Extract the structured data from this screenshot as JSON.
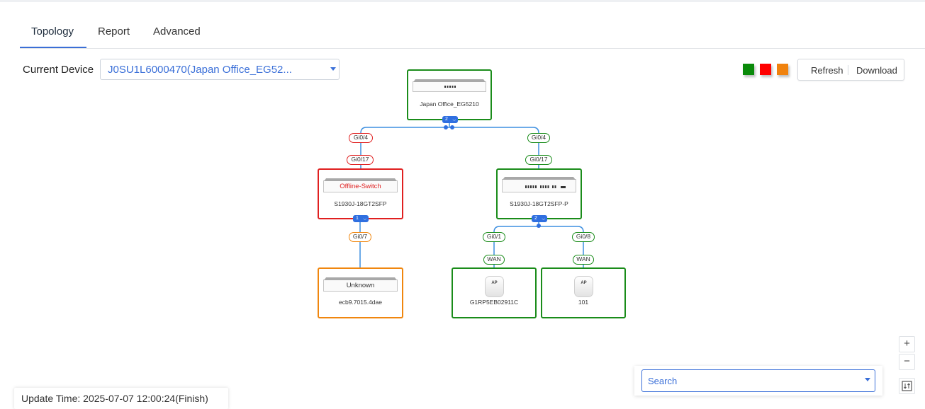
{
  "tabs": [
    {
      "label": "Topology",
      "active": true
    },
    {
      "label": "Report",
      "active": false
    },
    {
      "label": "Advanced",
      "active": false
    }
  ],
  "current_device": {
    "label": "Current Device",
    "value": "J0SU1L6000470(Japan Office_EG52..."
  },
  "legend_colors": [
    "#0a8a0a",
    "#ff0000",
    "#f0820e"
  ],
  "toolbar": {
    "refresh_label": "Refresh",
    "download_label": "Download"
  },
  "topology": {
    "root": {
      "name": "Japan Office_EG5210",
      "badge": "2"
    },
    "switch_offline": {
      "status": "Offline-Switch",
      "name": "S1930J-18GT2SFP",
      "badge": "1",
      "uplink_port": "Gi0/4",
      "downlink_port": "Gi0/17"
    },
    "switch_online": {
      "name": "S1930J-18GT2SFP-P",
      "badge": "2",
      "uplink_port": "Gi0/4",
      "downlink_port": "Gi0/17"
    },
    "unknown_device": {
      "status": "Unknown",
      "name": "ecb9.7015.4dae",
      "port": "Gi0/7"
    },
    "ap1": {
      "icon_text": "AP",
      "name": "G1RP5EB02911C",
      "switch_port": "Gi0/1",
      "device_port": "WAN"
    },
    "ap2": {
      "icon_text": "AP",
      "name": "101",
      "switch_port": "Gi0/8",
      "device_port": "WAN"
    }
  },
  "zoom": {
    "in_label": "+",
    "out_label": "−"
  },
  "search": {
    "placeholder": "Search"
  },
  "update_time": "Update Time: 2025-07-07 12:00:24(Finish)"
}
